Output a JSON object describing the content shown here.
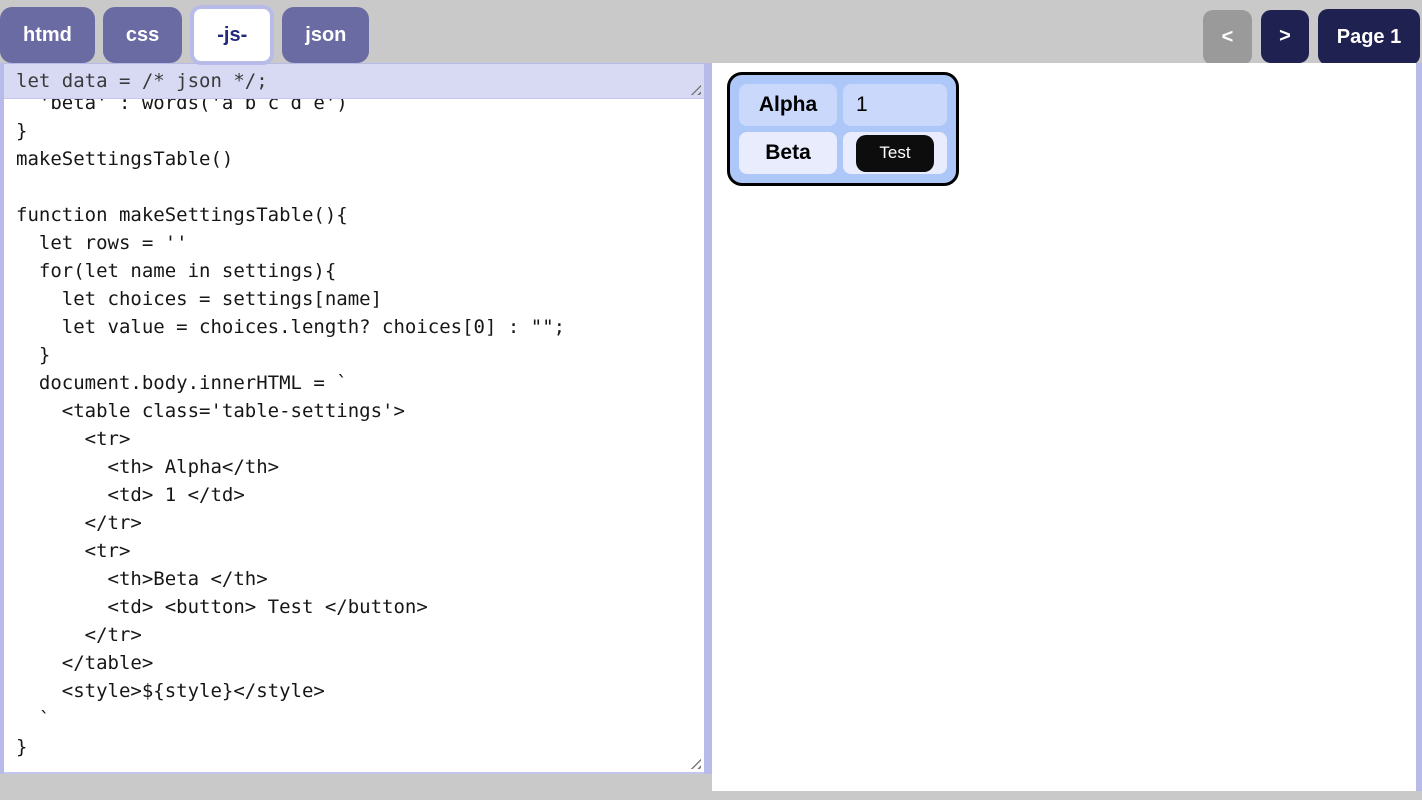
{
  "tabs": [
    {
      "label": "htmd",
      "active": false
    },
    {
      "label": "css",
      "active": false
    },
    {
      "label": "-js-",
      "active": true
    },
    {
      "label": "json",
      "active": false
    }
  ],
  "pagination": {
    "prev_label": "<",
    "next_label": ">",
    "page_label": "Page 1"
  },
  "editor": {
    "header_line": "let data = /* json */;",
    "code": "  'beta' : words('a b c d e')\n}\nmakeSettingsTable()\n\nfunction makeSettingsTable(){\n  let rows = ''\n  for(let name in settings){\n    let choices = settings[name]\n    let value = choices.length? choices[0] : \"\";\n  }\n  document.body.innerHTML = `\n    <table class='table-settings'>\n      <tr>\n        <th> Alpha</th>\n        <td> 1 </td>\n      </tr>\n      <tr>\n        <th>Beta </th>\n        <td> <button> Test </button>\n      </tr>\n    </table>\n    <style>${style}</style>\n  `\n}"
  },
  "preview": {
    "rows": [
      {
        "header": "Alpha",
        "value": "1"
      },
      {
        "header": "Beta",
        "button_label": "Test"
      }
    ]
  },
  "colors": {
    "page_bg": "#c9c9c9",
    "tab_purple": "#6a6ba3",
    "active_tab_text": "#232a7c",
    "navy_button": "#1f2151",
    "disabled_button_gray": "#9a9a9a",
    "periwinkle_border": "#b8bbe8",
    "header_input_bg": "#d8daf4",
    "preview_table_bg": "#adc8f8",
    "preview_row1_cell": "#cad9fb",
    "preview_row2_cell": "#e9ecfd",
    "preview_button_black": "#0d0d0d"
  }
}
